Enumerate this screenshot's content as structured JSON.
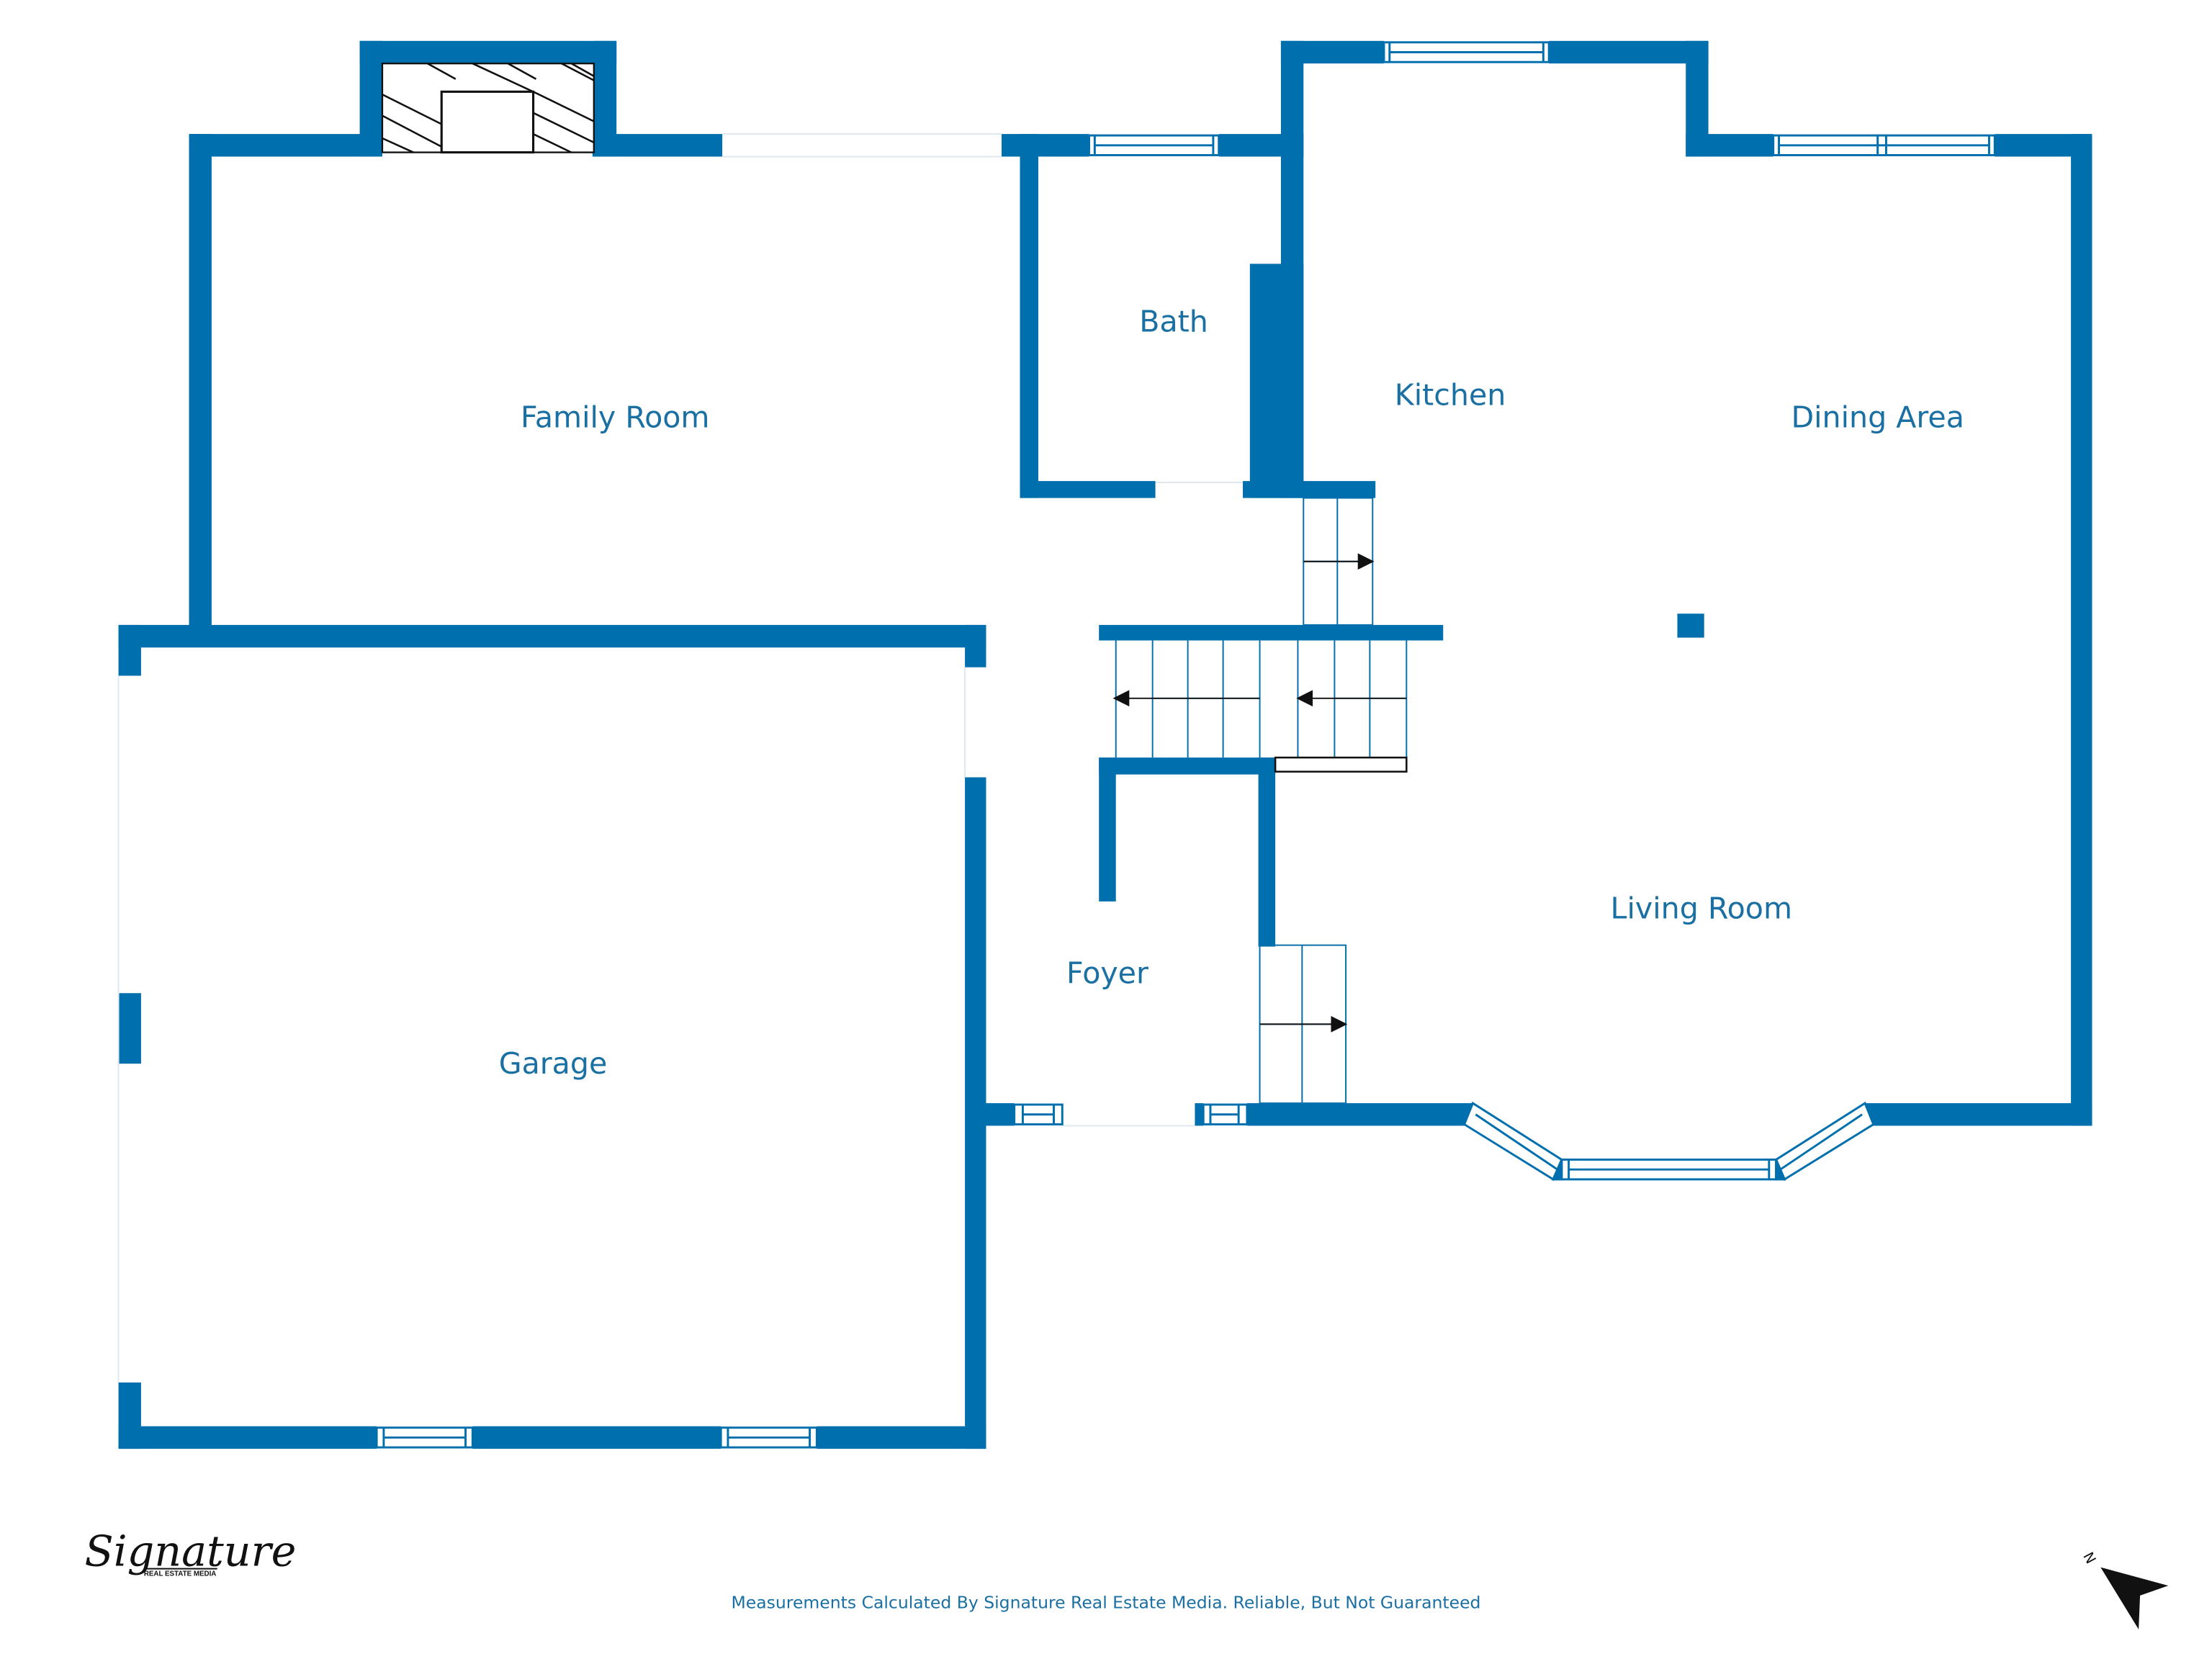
{
  "floorplan": {
    "wall_color": "#006fad",
    "label_color": "#1a6fa3",
    "rooms": [
      {
        "id": "family-room",
        "label": "Family Room"
      },
      {
        "id": "bath",
        "label": "Bath"
      },
      {
        "id": "kitchen",
        "label": "Kitchen"
      },
      {
        "id": "dining-area",
        "label": "Dining Area"
      },
      {
        "id": "living-room",
        "label": "Living Room"
      },
      {
        "id": "foyer",
        "label": "Foyer"
      },
      {
        "id": "garage",
        "label": "Garage"
      }
    ],
    "fixtures": [
      "fireplace",
      "staircase",
      "bay-window",
      "support-column"
    ]
  },
  "branding": {
    "logo_script": "Signature",
    "logo_subtitle": "REAL ESTATE MEDIA"
  },
  "footer": {
    "disclaimer": "Measurements Calculated By Signature Real Estate Media. Reliable, But Not Guaranteed"
  },
  "compass": {
    "label": "N",
    "icon": "north-arrow-icon"
  }
}
